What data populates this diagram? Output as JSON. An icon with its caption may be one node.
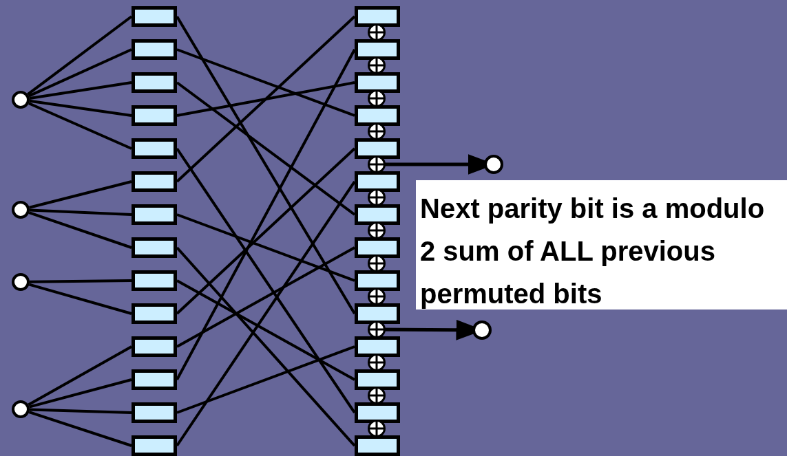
{
  "diagram": {
    "nodes": [
      {
        "text": [],
        "shape": "circle"
      },
      {
        "text": [],
        "shape": "circle"
      },
      {
        "text": [],
        "shape": "circle"
      },
      {
        "text": [],
        "shape": "circle"
      },
      {
        "text": [],
        "shape": "box"
      },
      {
        "text": [],
        "shape": "box"
      },
      {
        "text": [],
        "shape": "box"
      },
      {
        "text": [],
        "shape": "box"
      },
      {
        "text": [],
        "shape": "box"
      },
      {
        "text": [],
        "shape": "box"
      },
      {
        "text": [],
        "shape": "box"
      },
      {
        "text": [],
        "shape": "box"
      },
      {
        "text": [],
        "shape": "box"
      },
      {
        "text": [],
        "shape": "box"
      },
      {
        "text": [],
        "shape": "box"
      },
      {
        "text": [],
        "shape": "box"
      },
      {
        "text": [],
        "shape": "box"
      },
      {
        "text": [],
        "shape": "box"
      },
      {
        "text": [],
        "shape": "box"
      },
      {
        "text": [],
        "shape": "box"
      },
      {
        "text": [],
        "shape": "box"
      },
      {
        "text": [],
        "shape": "box"
      },
      {
        "text": [],
        "shape": "box"
      },
      {
        "text": [],
        "shape": "box"
      },
      {
        "text": [],
        "shape": "box"
      },
      {
        "text": [],
        "shape": "box"
      },
      {
        "text": [],
        "shape": "box"
      },
      {
        "text": [],
        "shape": "box"
      },
      {
        "text": [],
        "shape": "box"
      },
      {
        "text": [],
        "shape": "box"
      },
      {
        "text": [],
        "shape": "box"
      },
      {
        "text": [],
        "shape": "box"
      },
      {
        "text": [],
        "shape": "xor"
      },
      {
        "text": [],
        "shape": "xor"
      },
      {
        "text": [],
        "shape": "xor"
      },
      {
        "text": [],
        "shape": "xor"
      },
      {
        "text": [],
        "shape": "xor"
      },
      {
        "text": [],
        "shape": "xor"
      },
      {
        "text": [],
        "shape": "xor"
      },
      {
        "text": [],
        "shape": "xor"
      },
      {
        "text": [],
        "shape": "xor"
      },
      {
        "text": [],
        "shape": "xor"
      },
      {
        "text": [],
        "shape": "xor"
      },
      {
        "text": [],
        "shape": "xor"
      },
      {
        "text": [],
        "shape": "xor"
      },
      {
        "text": [],
        "shape": "circle"
      },
      {
        "text": [],
        "shape": "circle"
      },
      {
        "text": [
          "Next parity bit is a modulo 2 sum of ALL previous permuted bits"
        ]
      }
    ],
    "edges": [
      {
        "from": 0,
        "to": 4,
        "arrow": "none"
      },
      {
        "from": 0,
        "to": 5,
        "arrow": "none"
      },
      {
        "from": 0,
        "to": 6,
        "arrow": "none"
      },
      {
        "from": 0,
        "to": 7,
        "arrow": "none"
      },
      {
        "from": 0,
        "to": 8,
        "arrow": "none"
      },
      {
        "from": 1,
        "to": 9,
        "arrow": "none"
      },
      {
        "from": 1,
        "to": 10,
        "arrow": "none"
      },
      {
        "from": 1,
        "to": 11,
        "arrow": "none"
      },
      {
        "from": 2,
        "to": 12,
        "arrow": "none"
      },
      {
        "from": 2,
        "to": 13,
        "arrow": "none"
      },
      {
        "from": 3,
        "to": 14,
        "arrow": "none"
      },
      {
        "from": 3,
        "to": 15,
        "arrow": "none"
      },
      {
        "from": 3,
        "to": 16,
        "arrow": "none"
      },
      {
        "from": 3,
        "to": 17,
        "arrow": "none"
      },
      {
        "from": 4,
        "to": 27,
        "arrow": "none"
      },
      {
        "from": 5,
        "to": 21,
        "arrow": "none"
      },
      {
        "from": 6,
        "to": 24,
        "arrow": "none"
      },
      {
        "from": 7,
        "to": 20,
        "arrow": "none"
      },
      {
        "from": 8,
        "to": 30,
        "arrow": "none"
      },
      {
        "from": 9,
        "to": 18,
        "arrow": "none"
      },
      {
        "from": 10,
        "to": 26,
        "arrow": "none"
      },
      {
        "from": 11,
        "to": 31,
        "arrow": "none"
      },
      {
        "from": 12,
        "to": 29,
        "arrow": "none"
      },
      {
        "from": 13,
        "to": 22,
        "arrow": "none"
      },
      {
        "from": 14,
        "to": 25,
        "arrow": "none"
      },
      {
        "from": 15,
        "to": 19,
        "arrow": "none"
      },
      {
        "from": 16,
        "to": 28,
        "arrow": "none"
      },
      {
        "from": 17,
        "to": 23,
        "arrow": "none"
      },
      {
        "from": 36,
        "to": 45,
        "arrow": "to"
      },
      {
        "from": 41,
        "to": 46,
        "arrow": "to"
      }
    ]
  }
}
